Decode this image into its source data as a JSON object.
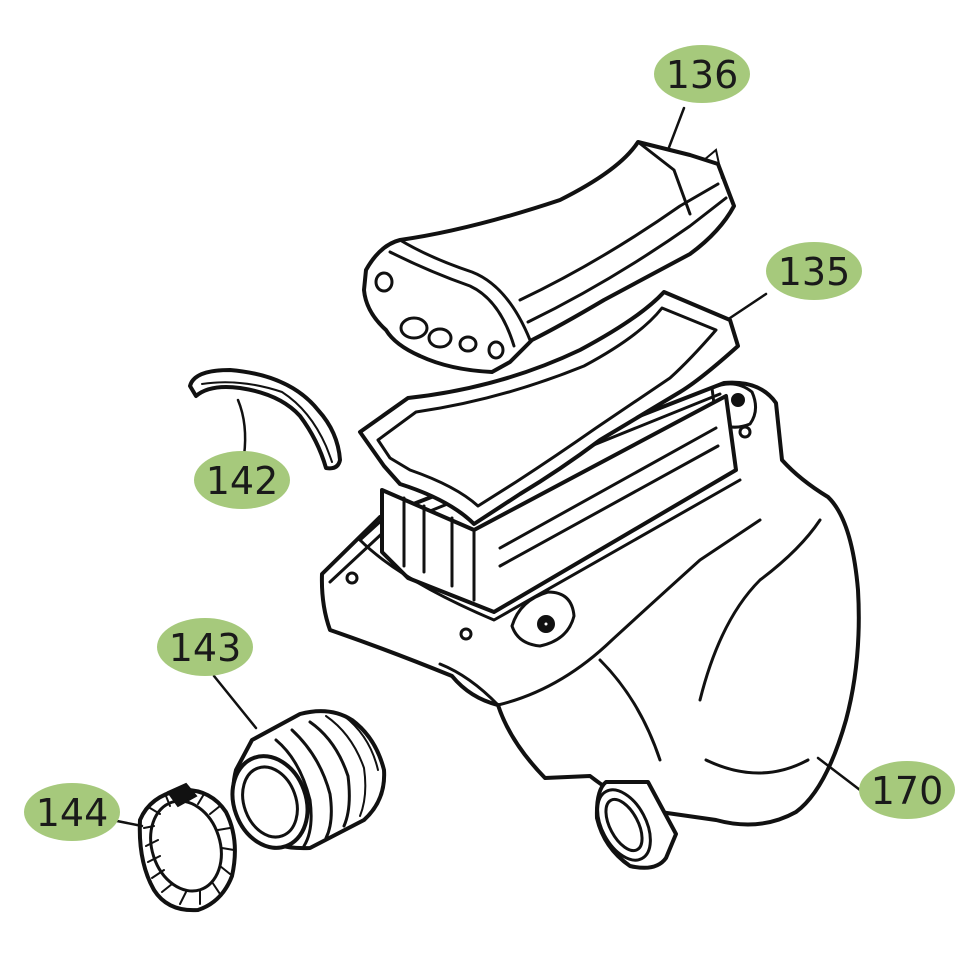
{
  "badge_color": "#a6c97c",
  "text_color": "#1a1a1a",
  "line_color": "#111111",
  "callouts": [
    {
      "id": "c136",
      "label": "136"
    },
    {
      "id": "c135",
      "label": "135"
    },
    {
      "id": "c142",
      "label": "142"
    },
    {
      "id": "c143",
      "label": "143"
    },
    {
      "id": "c144",
      "label": "144"
    },
    {
      "id": "c170",
      "label": "170"
    }
  ]
}
